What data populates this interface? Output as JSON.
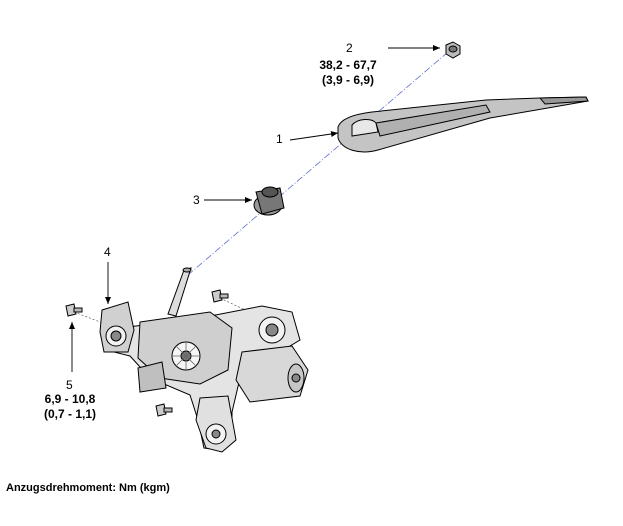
{
  "callouts": [
    {
      "number": "1"
    },
    {
      "number": "2",
      "torque": "38,2 - 67,7",
      "torque_kgm": "(3,9 - 6,9)"
    },
    {
      "number": "3"
    },
    {
      "number": "4"
    },
    {
      "number": "5",
      "torque": "6,9 - 10,8",
      "torque_kgm": "(0,7 - 1,1)"
    }
  ],
  "caption": "Anzugsdrehmoment: Nm (kgm)"
}
